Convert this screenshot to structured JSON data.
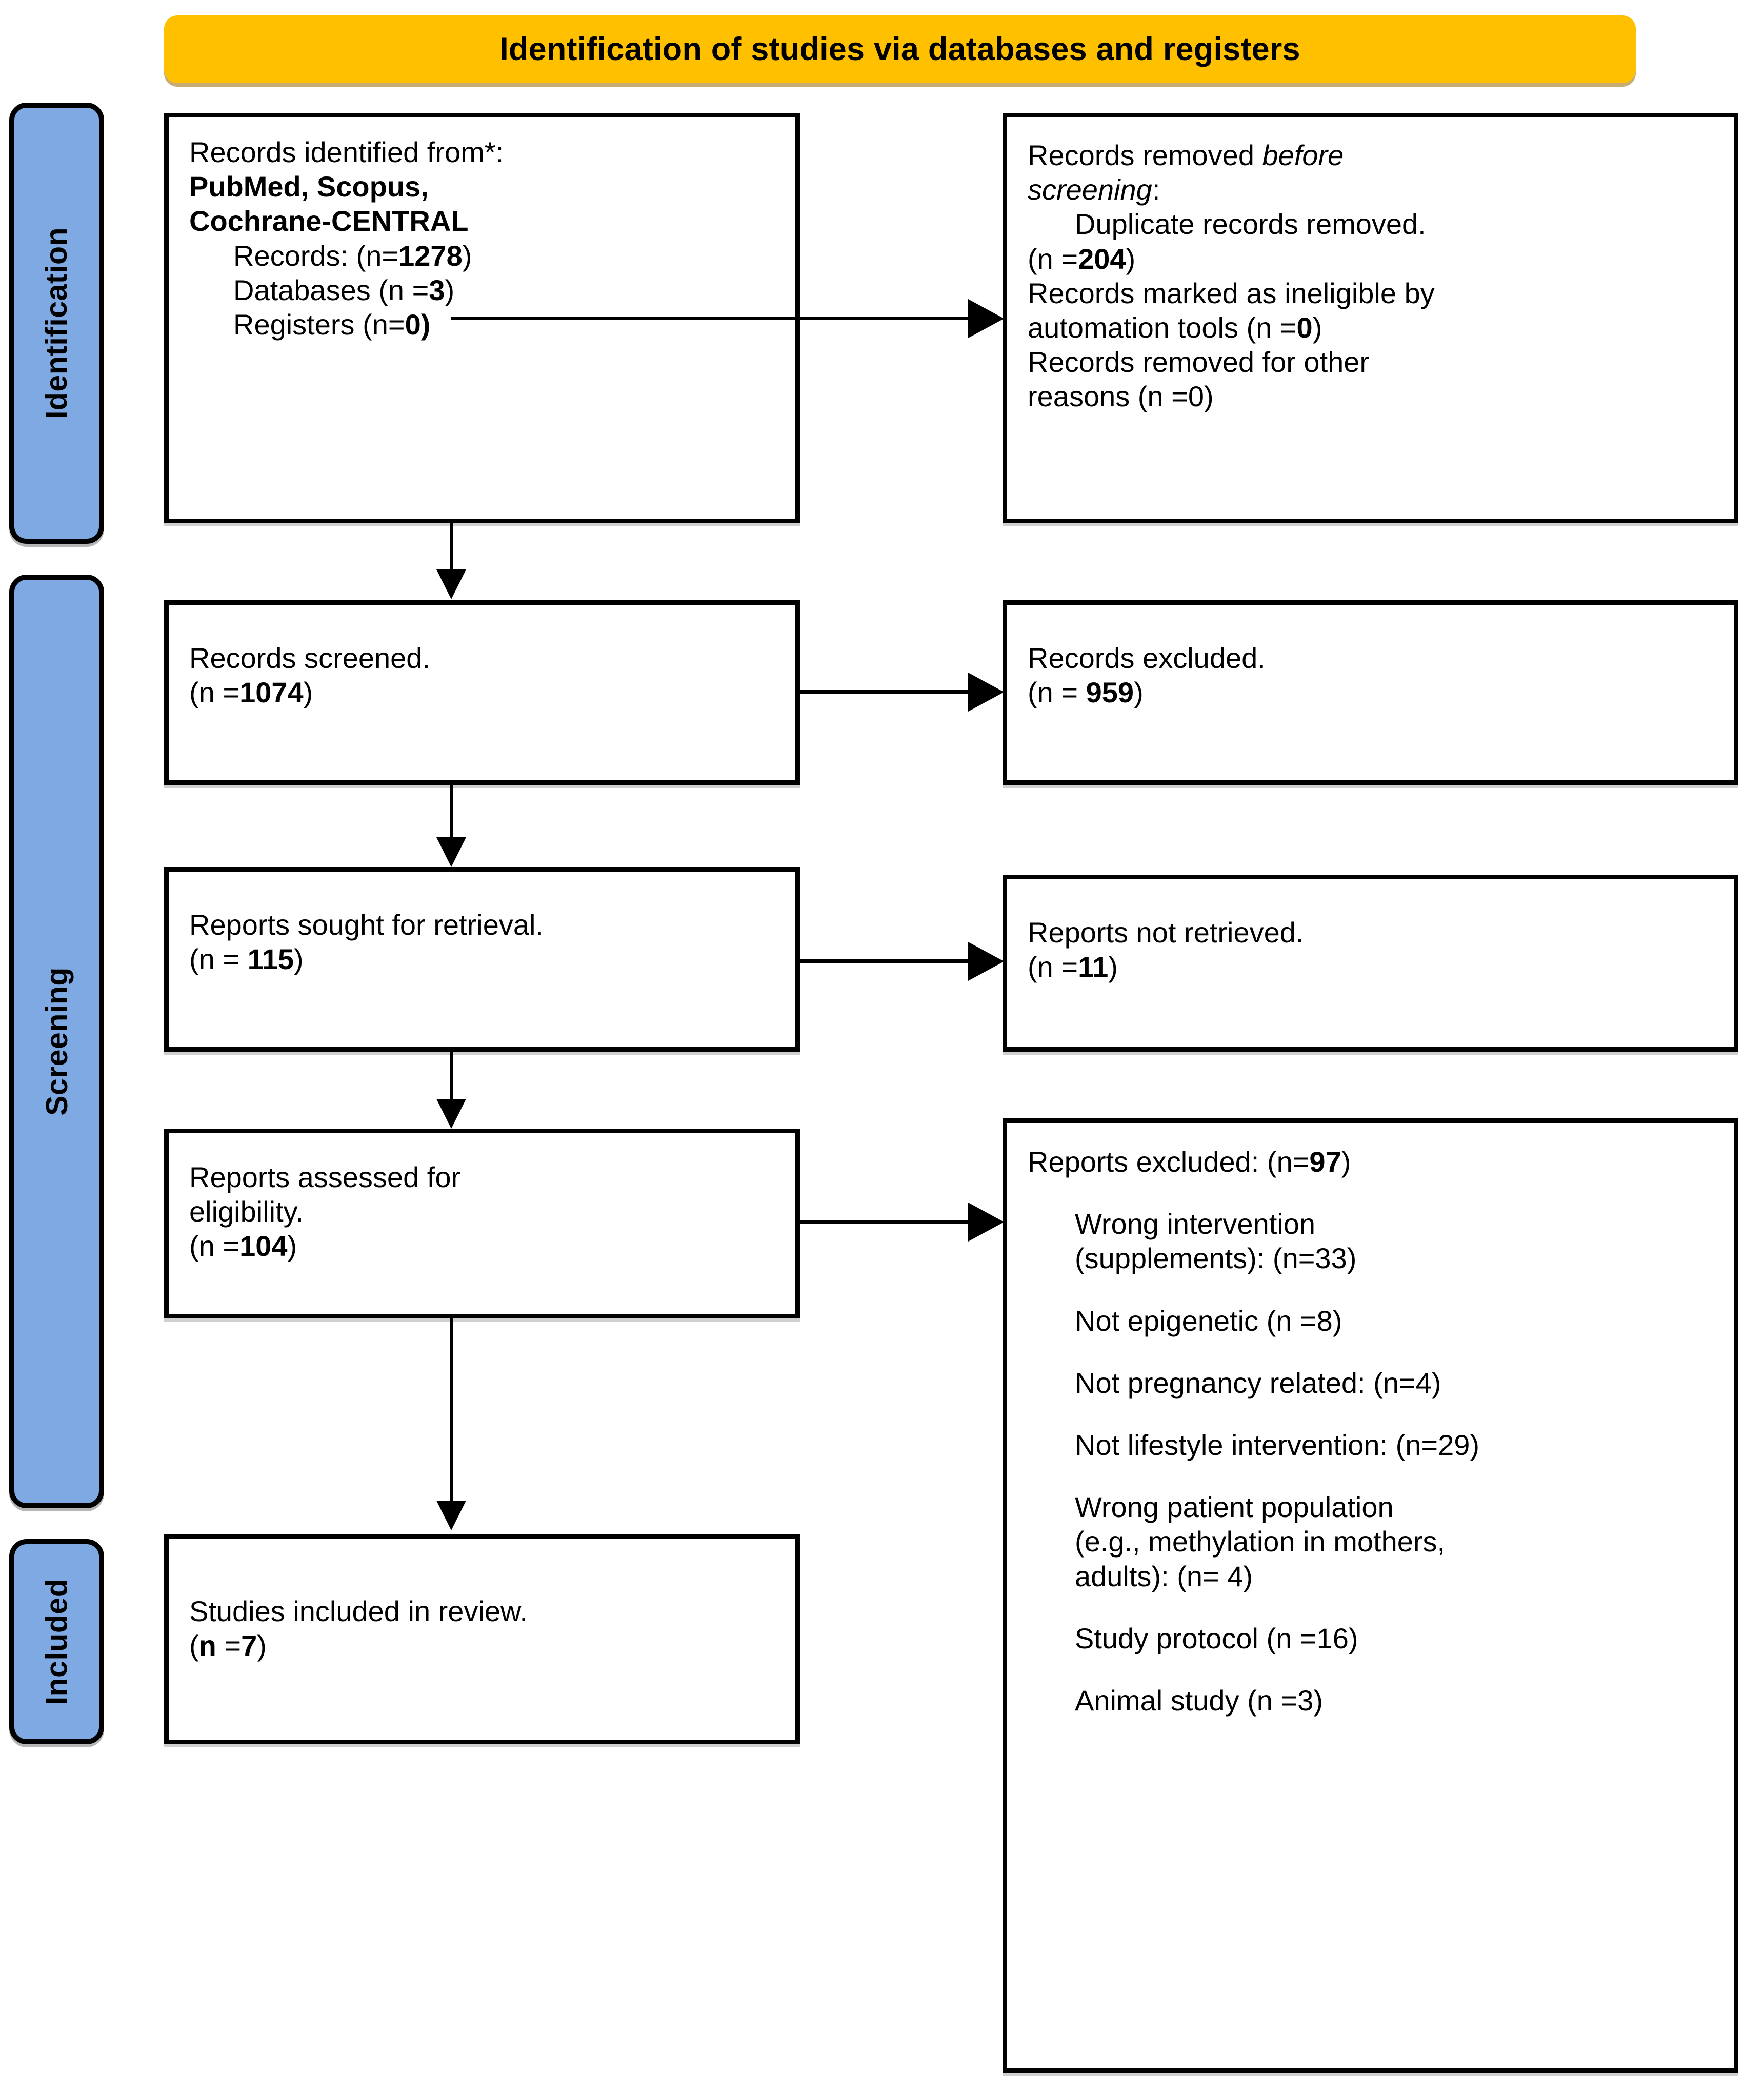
{
  "banner": {
    "title": "Identification of studies via databases and registers"
  },
  "stages": [
    {
      "id": "identification",
      "label": "Identification"
    },
    {
      "id": "screening",
      "label": "Screening"
    },
    {
      "id": "included",
      "label": "Included"
    }
  ],
  "boxes": {
    "identified": {
      "line1": "Records identified from*:",
      "line2": "PubMed, Scopus,",
      "line3": "Cochrane-CENTRAL",
      "line4_pre": "Records: (n=",
      "line4_num": "1278",
      "line4_post": ")",
      "line5_pre": "Databases (n =",
      "line5_num": "3",
      "line5_post": ")",
      "line6_pre": "Registers (n=",
      "line6_num": "0)",
      "line6_post": ""
    },
    "removed": {
      "line1_pre": "Records removed ",
      "line1_em": "before",
      "line2_em": "screening",
      "line2_post": ":",
      "line3": "Duplicate records removed.",
      "line4_pre": "(n =",
      "line4_num": "204",
      "line4_post": ")",
      "line5": "Records marked as ineligible by",
      "line6_pre": "automation tools (n =",
      "line6_num": "0",
      "line6_post": ")",
      "line7": "Records removed for other",
      "line8": "reasons (n =0)"
    },
    "screened": {
      "line1": "Records screened.",
      "line2_pre": "(n =",
      "line2_num": "1074",
      "line2_post": ")"
    },
    "excluded": {
      "line1": "Records excluded.",
      "line2_pre": "(n = ",
      "line2_num": "959",
      "line2_post": ")"
    },
    "sought": {
      "line1": "Reports sought for retrieval.",
      "line2_pre": "(n = ",
      "line2_num": "115",
      "line2_post": ")"
    },
    "not_retrieved": {
      "line1": "Reports not retrieved.",
      "line2_pre": "(n =",
      "line2_num": "11",
      "line2_post": ")"
    },
    "assessed": {
      "line1": "Reports assessed for",
      "line2": "eligibility.",
      "line3_pre": "(n =",
      "line3_num": "104",
      "line3_post": ")"
    },
    "reports_excluded": {
      "heading_pre": "Reports excluded: (n=",
      "heading_num": "97",
      "heading_post": ")",
      "reasons": [
        {
          "text_l1": "Wrong intervention",
          "text_l2": "(supplements): (n=33)"
        },
        {
          "text_l1": "Not epigenetic (n =8)",
          "text_l2": ""
        },
        {
          "text_l1": "Not pregnancy related: (n=4)",
          "text_l2": ""
        },
        {
          "text_l1": "Not lifestyle intervention: (n=29)",
          "text_l2": ""
        },
        {
          "text_l1": "Wrong patient population",
          "text_l2": "(e.g., methylation in mothers,",
          "text_l3": "adults): (n= 4)"
        },
        {
          "text_l1": "Study protocol (n =16)",
          "text_l2": ""
        },
        {
          "text_l1": "Animal study (n =3)",
          "text_l2": ""
        }
      ]
    },
    "included": {
      "line1": "Studies included in review.",
      "line2_pre": "(",
      "line2_nbold": "n",
      "line2_mid": " =",
      "line2_num": "7",
      "line2_post": ")"
    }
  },
  "colors": {
    "banner_fill": "#FFC000",
    "stage_fill": "#7FA9E2",
    "box_border": "#000000",
    "box_fill": "#FFFFFF"
  }
}
